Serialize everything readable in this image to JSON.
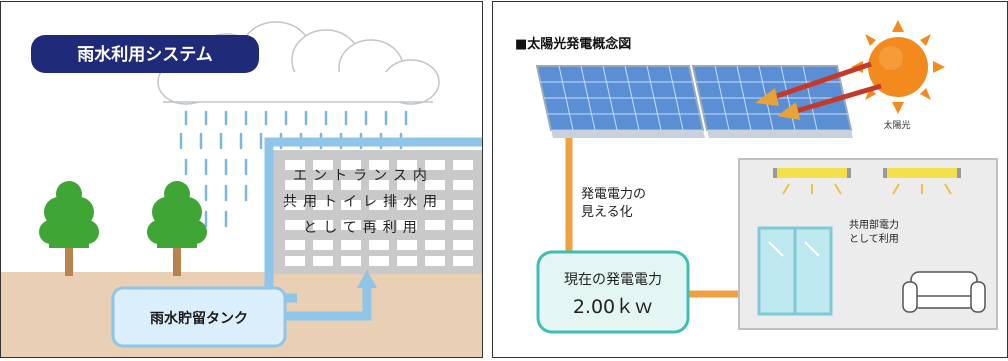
{
  "rainwater": {
    "title": "雨水利用システム",
    "building_lines": [
      "エントランス内",
      "共用トイレ排水用",
      "として再利用"
    ],
    "tank_label": "雨水貯留タンク"
  },
  "solar": {
    "title": "■太陽光発電概念図",
    "sun_label": "太陽光",
    "visualize_lines": [
      "発電電力の",
      "見える化"
    ],
    "display_lines": [
      "現在の発電電力",
      "2.00ｋｗ"
    ],
    "shared_lines": [
      "共用部電力",
      "として利用"
    ]
  },
  "colors": {
    "title_bg": "#1f2a78",
    "water_blue": "#8ec5e8",
    "ground": "#e8cdb2",
    "tree_green": "#3fa535",
    "panel_blue": "#5a8fd6",
    "sun_orange": "#f28a1e",
    "display_border": "#3fbfb2",
    "wire_orange": "#f0a040"
  }
}
